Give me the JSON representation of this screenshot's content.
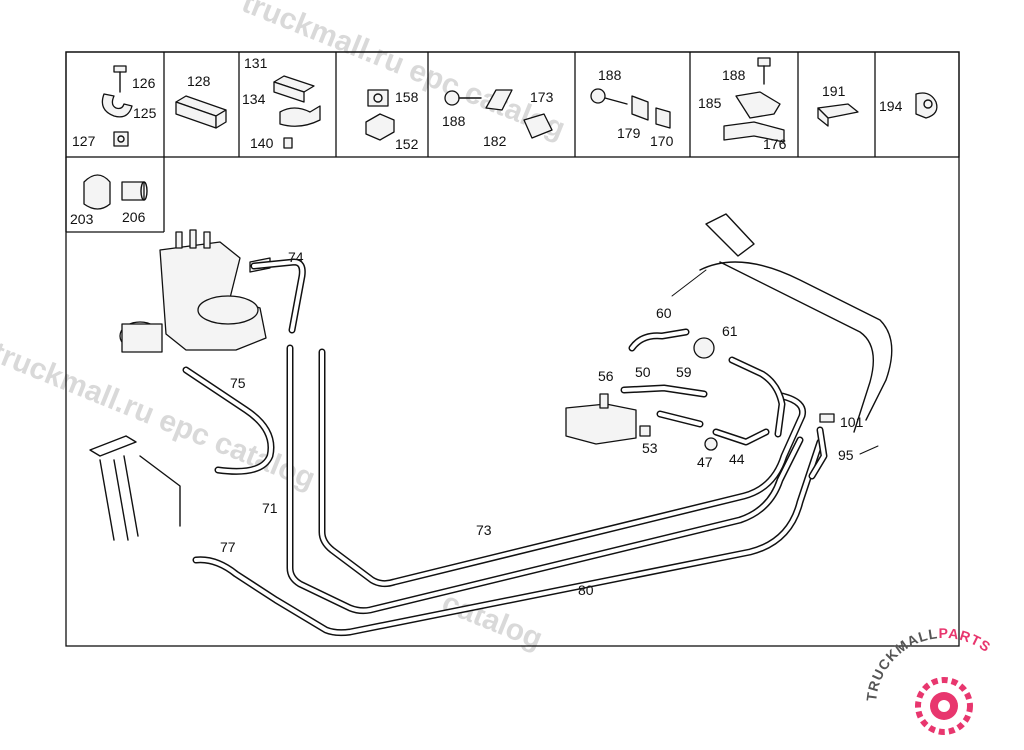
{
  "watermark": {
    "text_a": "truckmall.ru epc catalog",
    "text_b": "truckmall.ru epc catalog",
    "text_c": "catalog"
  },
  "brand": {
    "name_left": "TRUCKMALL",
    "name_right": "PARTS",
    "color_dark": "#555555",
    "color_accent": "#e8366e"
  },
  "header_cells": [
    {
      "labels": [
        "126",
        "125",
        "127"
      ]
    },
    {
      "labels": [
        "128"
      ]
    },
    {
      "labels": [
        "131",
        "134",
        "140"
      ]
    },
    {
      "labels": [
        "158",
        "152"
      ]
    },
    {
      "labels": [
        "173",
        "188",
        "182"
      ]
    },
    {
      "labels": [
        "188",
        "179",
        "170"
      ]
    },
    {
      "labels": [
        "188",
        "185",
        "176"
      ]
    },
    {
      "labels": [
        "191"
      ]
    },
    {
      "labels": [
        "194"
      ]
    }
  ],
  "second_row_cell": {
    "labels": [
      "203",
      "206"
    ]
  },
  "callouts": {
    "c74": "74",
    "c75": "75",
    "c71": "71",
    "c77": "77",
    "c73": "73",
    "c80": "80",
    "c60": "60",
    "c61": "61",
    "c56": "56",
    "c50": "50",
    "c59": "59",
    "c53": "53",
    "c47": "47",
    "c44": "44",
    "c101": "101",
    "c95": "95"
  }
}
